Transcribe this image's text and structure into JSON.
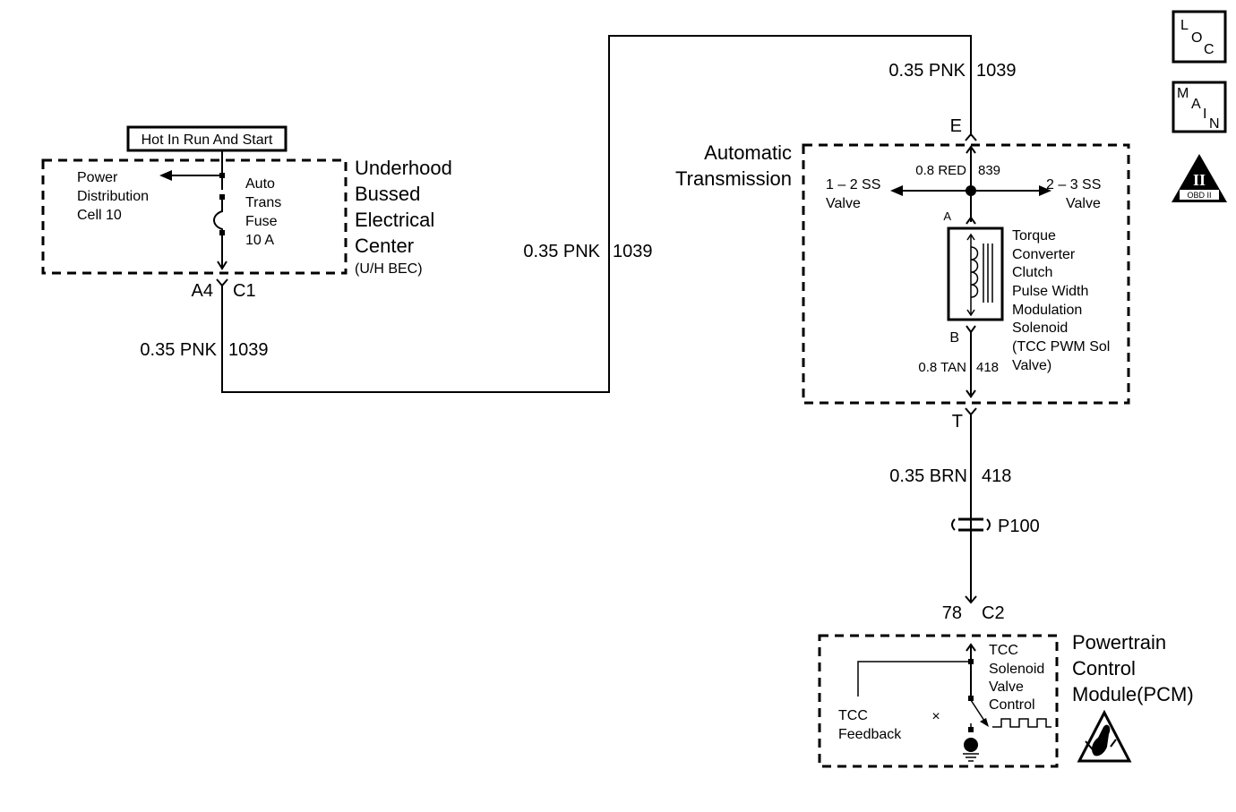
{
  "ubec": {
    "hot_label": "Hot In Run And Start",
    "pdc_lines": [
      "Power",
      "Distribution",
      "Cell 10"
    ],
    "fuse_lines": [
      "Auto",
      "Trans",
      "Fuse",
      "10 A"
    ],
    "name_lines": [
      "Underhood",
      "Bussed",
      "Electrical",
      "Center"
    ],
    "abbr": "(U/H BEC)",
    "pin": "A4",
    "connector": "C1"
  },
  "wires": {
    "w1_size_color": "0.35 PNK",
    "w1_circuit": "1039",
    "w2_size_color": "0.35 PNK",
    "w2_circuit": "1039",
    "w3_size_color": "0.35 PNK",
    "w3_circuit": "1039",
    "red_size_color": "0.8 RED",
    "red_circuit": "839",
    "tan_size_color": "0.8 TAN",
    "tan_circuit": "418",
    "brn_size_color": "0.35 BRN",
    "brn_circuit": "418"
  },
  "trans": {
    "name_lines": [
      "Automatic",
      "Transmission"
    ],
    "pin_e": "E",
    "pin_t": "T",
    "pin_a": "A",
    "pin_b": "B",
    "valve12_lines": [
      "1 – 2 SS",
      "Valve"
    ],
    "valve23_lines": [
      "2 – 3 SS",
      "Valve"
    ],
    "solenoid_lines": [
      "Torque",
      "Converter",
      "Clutch",
      "Pulse Width",
      "Modulation",
      "Solenoid",
      "(TCC PWM Sol",
      "Valve)"
    ]
  },
  "splice": "P100",
  "pcm": {
    "pin": "78",
    "connector": "C2",
    "name_lines": [
      "Powertrain",
      "Control",
      "Module(PCM)"
    ],
    "feedback_lines": [
      "TCC",
      "Feedback"
    ],
    "control_lines": [
      "TCC",
      "Solenoid",
      "Valve",
      "Control"
    ]
  },
  "badges": {
    "loc": [
      "L",
      "O",
      "C"
    ],
    "main": [
      "M",
      "A",
      "I",
      "N"
    ],
    "obd_numeral": "II",
    "obd_text": "OBD II"
  }
}
